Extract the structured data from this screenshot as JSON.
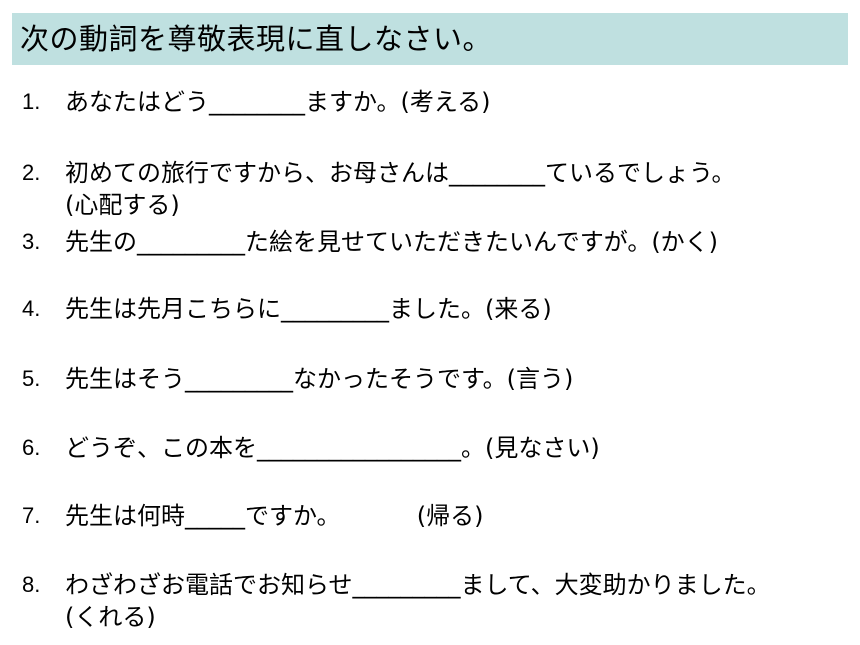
{
  "title": "次の動詞を尊敬表現に直しなさい。",
  "items": [
    {
      "number": "1.",
      "text": "あなたはどう________ますか。(考える)",
      "cont": ""
    },
    {
      "number": "2.",
      "text": "初めての旅行ですから、お母さんは________ているでしょう。",
      "cont": "(心配する)"
    },
    {
      "number": "3.",
      "text": "先生の_________た絵を見せていただきたいんですが。(かく)",
      "cont": ""
    },
    {
      "number": "4.",
      "text": "先生は先月こちらに_________ました。(来る)",
      "cont": ""
    },
    {
      "number": "5.",
      "text": "先生はそう_________なかったそうです。(言う)",
      "cont": ""
    },
    {
      "number": "6.",
      "text": "どうぞ、この本を_________________。(見なさい)",
      "cont": ""
    },
    {
      "number": "7.",
      "text": "先生は何時_____ですか。          (帰る)",
      "cont": ""
    },
    {
      "number": "8.",
      "text": "わざわざお電話でお知らせ_________まして、大変助かりました。",
      "cont": "(くれる)"
    }
  ]
}
